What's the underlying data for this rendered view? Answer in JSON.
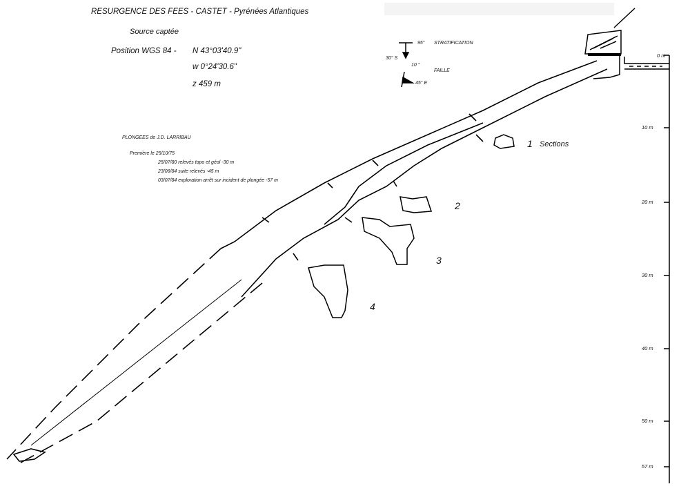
{
  "header": {
    "title": "RESURGENCE DES FEES - CASTET - Pyrénées Atlantiques",
    "subtitle": "Source captée",
    "position_label": "Position WGS 84 -",
    "latitude": "N 43°03'40.9\"",
    "longitude": "w   0°24'30.6\"",
    "altitude": "z 459 m"
  },
  "legend": {
    "stratification_dip": "95°",
    "stratification_label": "STRATIFICATION",
    "stratification_dir": "30° S",
    "faille_dip": "10 °",
    "faille_label": "FAILLE",
    "faille_dir": "45° E"
  },
  "dives": {
    "heading": "PLONGEES de J.D. LARRIBAU",
    "first": "Première le 25/10/75",
    "entries": [
      "25/07/80 relevés topo et géol -30 m",
      "23/06/84 suite relevés -45 m",
      "03/07/84 exploration  arrêt sur incident de plongée -57 m"
    ]
  },
  "sections": {
    "s1": "1",
    "s1_label": "Sections",
    "s2": "2",
    "s3": "3",
    "s4": "4"
  },
  "depth_scale": [
    "0 m",
    "10 m",
    "20 m",
    "30 m",
    "40 m",
    "50 m",
    "57 m"
  ]
}
